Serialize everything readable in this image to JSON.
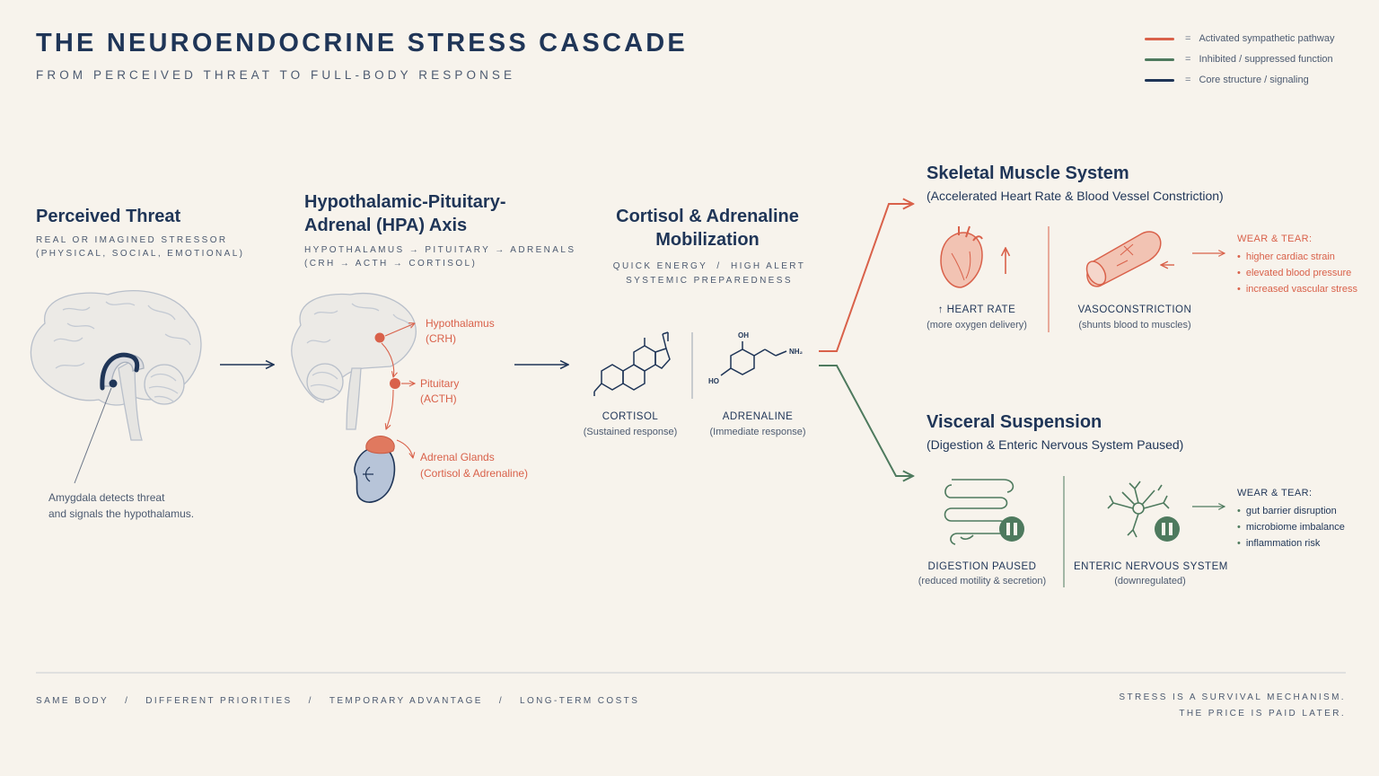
{
  "header": {
    "title": "THE NEUROENDOCRINE STRESS CASCADE",
    "subtitle": "FROM PERCEIVED THREAT TO FULL-BODY RESPONSE"
  },
  "legend": [
    {
      "color": "#d9614a",
      "eq": "=",
      "label": "Activated sympathetic pathway"
    },
    {
      "color": "#4e7a5e",
      "eq": "=",
      "label": "Inhibited / suppressed function"
    },
    {
      "color": "#1f3557",
      "eq": "=",
      "label": "Core structure / signaling"
    }
  ],
  "threat": {
    "title": "Perceived Threat",
    "caps_line1": "REAL OR IMAGINED STRESSOR",
    "caps_line2": "(PHYSICAL, SOCIAL, EMOTIONAL)",
    "note_line1": "Amygdala detects threat",
    "note_line2": "and signals the hypothalamus."
  },
  "hpa": {
    "title_line1": "Hypothalamic-Pituitary-",
    "title_line2": "Adrenal (HPA) Axis",
    "caps_line1": "HYPOTHALAMUS → PITUITARY → ADRENALS",
    "caps_line2": "(CRH → ACTH → CORTISOL)",
    "hyp_name": "Hypothalamus",
    "hyp_hormone": "(CRH)",
    "pit_name": "Pituitary",
    "pit_hormone": "(ACTH)",
    "adr_name": "Adrenal Glands",
    "adr_hormone": "(Cortisol & Adrenaline)"
  },
  "mobilization": {
    "title_line1": "Cortisol & Adrenaline",
    "title_line2": "Mobilization",
    "caps_line1": "QUICK ENERGY  /  HIGH ALERT",
    "caps_line2": "SYSTEMIC PREPAREDNESS",
    "cortisol_label": "CORTISOL",
    "cortisol_sub": "(Sustained response)",
    "adrenaline_label": "ADRENALINE",
    "adrenaline_sub": "(Immediate response)",
    "oh_label": "OH",
    "ho_label": "HO",
    "nh2_label": "NH₂"
  },
  "skeletal": {
    "title": "Skeletal Muscle System",
    "subtitle": "(Accelerated Heart Rate & Blood Vessel Constriction)",
    "heart_label": "↑ HEART RATE",
    "heart_sub": "(more oxygen delivery)",
    "vaso_label": "VASOCONSTRICTION",
    "vaso_sub": "(shunts blood to muscles)",
    "wear_title": "WEAR & TEAR:",
    "wear_items": [
      "higher cardiac strain",
      "elevated blood pressure",
      "increased vascular stress"
    ]
  },
  "visceral": {
    "title": "Visceral Suspension",
    "subtitle": "(Digestion & Enteric Nervous System Paused)",
    "digest_label": "DIGESTION PAUSED",
    "digest_sub": "(reduced motility & secretion)",
    "ens_label": "ENTERIC NERVOUS SYSTEM",
    "ens_sub": "(downregulated)",
    "wear_title": "WEAR & TEAR:",
    "wear_items": [
      "gut barrier disruption",
      "microbiome imbalance",
      "inflammation risk"
    ]
  },
  "footer": {
    "items": [
      "SAME BODY",
      "DIFFERENT PRIORITIES",
      "TEMPORARY ADVANTAGE",
      "LONG-TERM COSTS"
    ],
    "separator": "/",
    "right_line1": "STRESS IS A SURVIVAL MECHANISM.",
    "right_line2": "THE PRICE IS PAID LATER."
  },
  "colors": {
    "navy": "#1f3557",
    "red": "#d9614a",
    "green": "#4e7a5e",
    "background": "#f7f3ec"
  }
}
